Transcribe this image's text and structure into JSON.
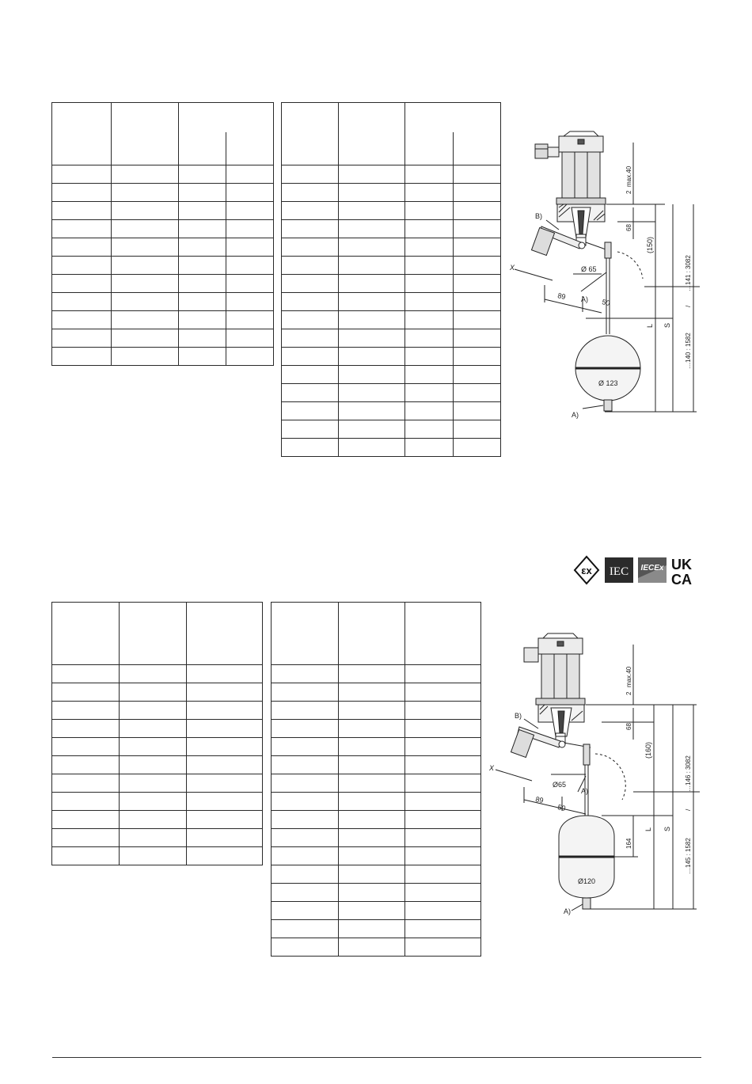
{
  "drawing1": {
    "lbl_max40": "max.40",
    "lbl_2": "2",
    "lbl_68": "68",
    "lbl_150": "(150)",
    "lbl_range_upper": "…141 : 3082",
    "lbl_slash": "/",
    "lbl_range_lower": "…140 : 1582",
    "lbl_S": "S",
    "lbl_L": "L",
    "lbl_B": "B)",
    "lbl_A_top": "A)",
    "lbl_A_bottom": "A)",
    "lbl_X": "X",
    "lbl_d65": "Ø 65",
    "lbl_89": "89",
    "lbl_50": "50",
    "lbl_d123": "Ø 123"
  },
  "drawing2": {
    "lbl_max40": "max.40",
    "lbl_2": "2",
    "lbl_68": "68",
    "lbl_160": "(160)",
    "lbl_range_upper": "…146 : 3082",
    "lbl_slash": "/",
    "lbl_range_lower": "…145 : 1582",
    "lbl_S": "S",
    "lbl_L": "L",
    "lbl_164": "164",
    "lbl_B": "B)",
    "lbl_A_top": "A)",
    "lbl_A_bottom": "A)",
    "lbl_X": "X",
    "lbl_d65": "Ø65",
    "lbl_89": "89",
    "lbl_50": "50",
    "lbl_d120": "Ø120"
  },
  "certifications": {
    "ex_mark": "εx",
    "iec_mark": "IEC",
    "iecex_mark": "IECEx",
    "ukca_line1": "UK",
    "ukca_line2": "CA"
  }
}
